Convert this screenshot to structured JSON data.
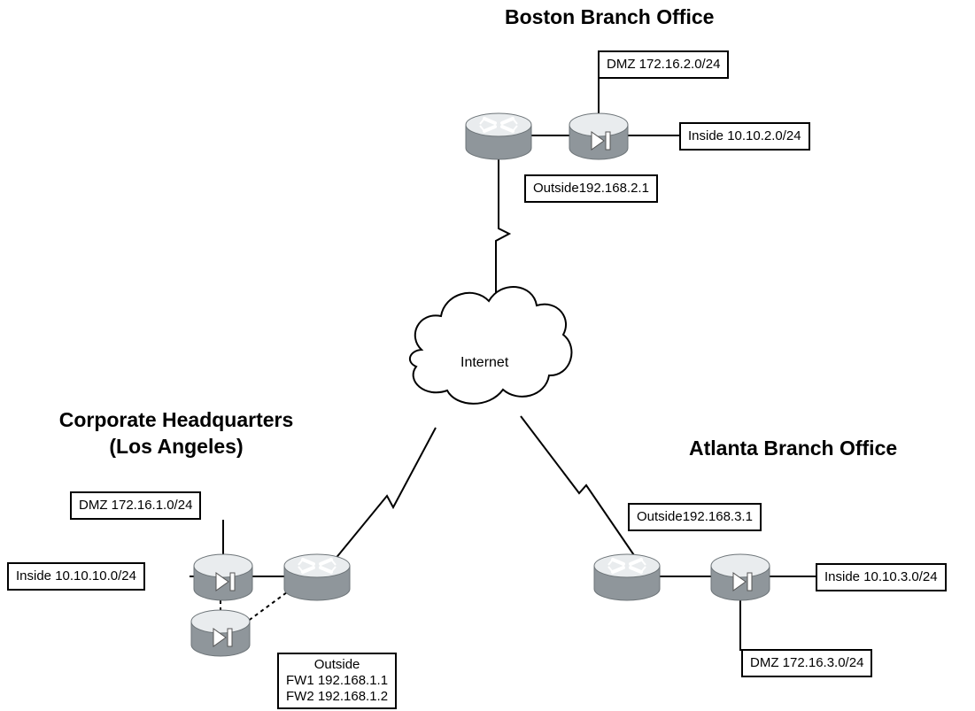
{
  "colors": {
    "line": "#000000",
    "device_light": "#e6e9ec",
    "device_dark": "#8f969b",
    "background": "#ffffff"
  },
  "sites": {
    "boston": {
      "title": "Boston Branch Office",
      "dmz": "DMZ 172.16.2.0/24",
      "inside": "Inside 10.10.2.0/24",
      "outside": "Outside192.168.2.1"
    },
    "hq": {
      "title_line1": "Corporate Headquarters",
      "title_line2": "(Los Angeles)",
      "dmz": "DMZ 172.16.1.0/24",
      "inside": "Inside 10.10.10.0/24",
      "outside_lines": [
        "Outside",
        "FW1 192.168.1.1",
        "FW2 192.168.1.2"
      ]
    },
    "atlanta": {
      "title": "Atlanta Branch Office",
      "outside": "Outside192.168.3.1",
      "inside": "Inside 10.10.3.0/24",
      "dmz": "DMZ 172.16.3.0/24"
    }
  },
  "internet": {
    "label": "Internet",
    "icon": "cloud-icon"
  },
  "device_icons": {
    "router": "router-icon",
    "firewall": "firewall-icon"
  }
}
